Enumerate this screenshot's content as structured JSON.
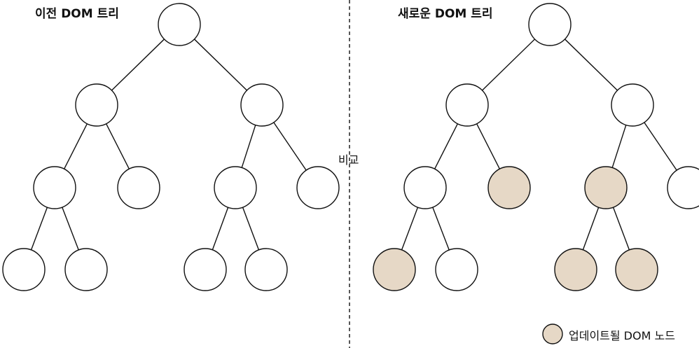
{
  "titles": {
    "old_tree": "이전 DOM 트리",
    "new_tree": "새로운 DOM 트리"
  },
  "compare_label": "비교",
  "legend": {
    "updated_label": "업데이트될 DOM 노드"
  },
  "colors": {
    "updated_fill": "#e6d8c6",
    "normal_fill": "#ffffff",
    "stroke": "#111111"
  },
  "trees": {
    "old": {
      "updated_nodes": []
    },
    "new": {
      "updated_nodes": [
        "L-R",
        "R-L",
        "L-L-L",
        "R-L-L",
        "R-L-R"
      ]
    }
  }
}
